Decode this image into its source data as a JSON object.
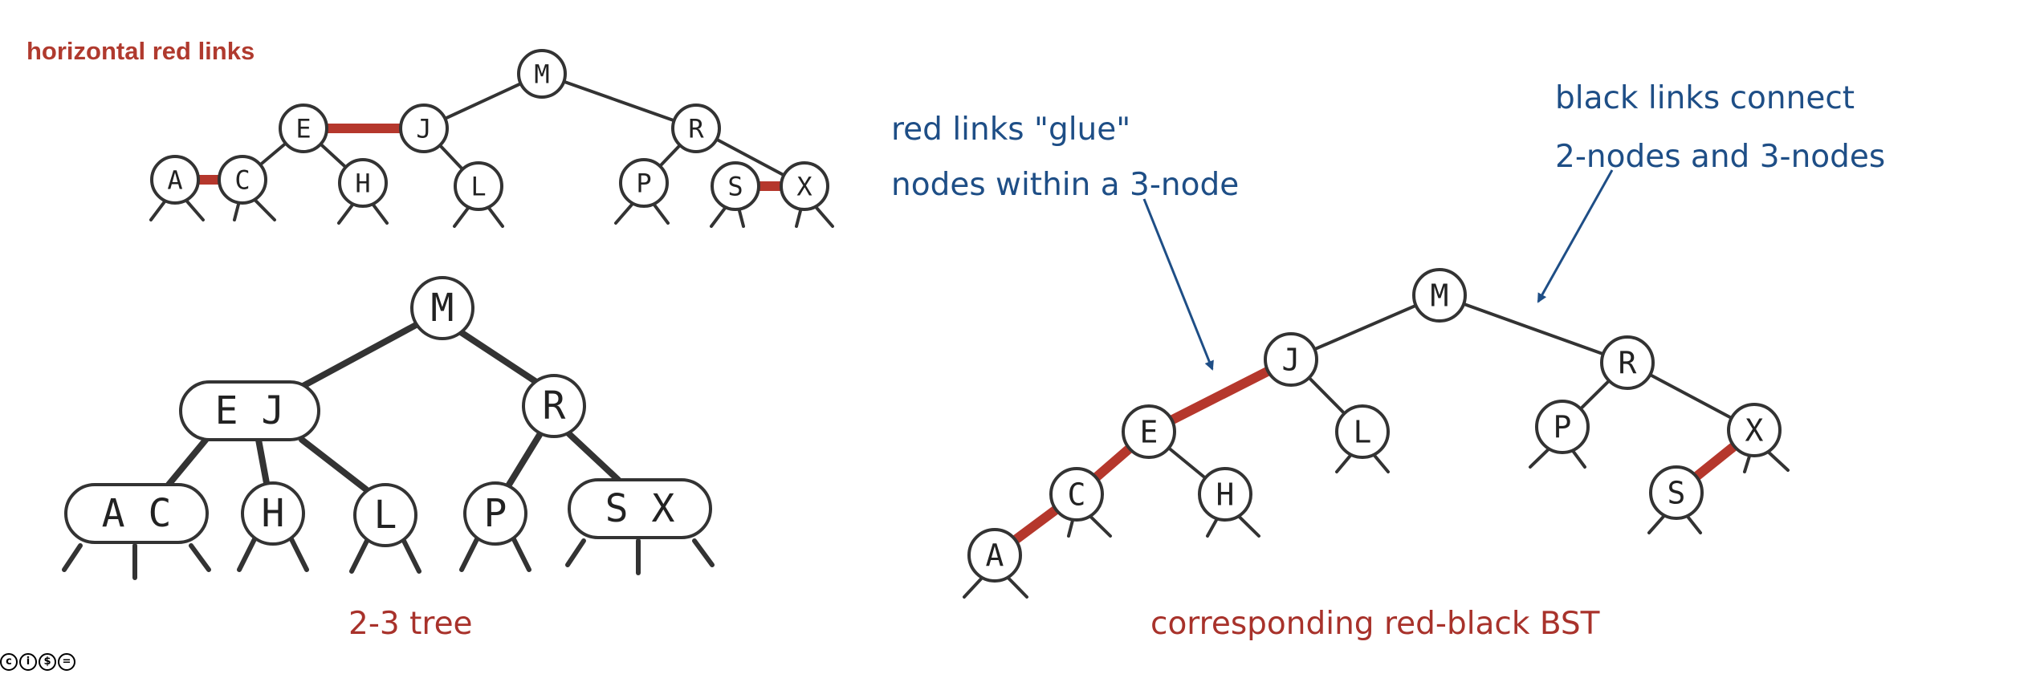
{
  "labels": {
    "horizontal": "horizontal red links",
    "glue_line1": "red links \"glue\"",
    "glue_line2": "nodes within a 3-node",
    "black_line1": "black links connect",
    "black_line2": "2-nodes and 3-nodes",
    "caption_23": "2-3 tree",
    "caption_rb": "corresponding red-black BST"
  },
  "badge": {
    "icons": [
      "cc-icon",
      "by-icon",
      "nc-icon",
      "nd-icon"
    ],
    "glyphs": [
      "c",
      "i",
      "$",
      "="
    ]
  },
  "colors": {
    "red_link": "#b5372c",
    "black_link": "#333333",
    "node_stroke": "#333333",
    "node_fill": "#ffffff",
    "arrow": "#1e4e86"
  },
  "trees": {
    "flat_rb": {
      "nodes": {
        "M": "M",
        "E": "E",
        "J": "J",
        "R": "R",
        "A": "A",
        "C": "C",
        "H": "H",
        "L": "L",
        "P": "P",
        "S": "S",
        "X": "X"
      },
      "black_links": [
        [
          "M",
          "J"
        ],
        [
          "M",
          "R"
        ],
        [
          "E",
          "C"
        ],
        [
          "E",
          "H"
        ],
        [
          "J",
          "L"
        ],
        [
          "R",
          "P"
        ],
        [
          "R",
          "X"
        ]
      ],
      "red_links": [
        [
          "E",
          "J"
        ],
        [
          "A",
          "C"
        ],
        [
          "S",
          "X"
        ]
      ]
    },
    "two_three": {
      "nodes": {
        "M": "M",
        "EJ": "E J",
        "R": "R",
        "AC": "A C",
        "H": "H",
        "L": "L",
        "P": "P",
        "SX": "S X"
      },
      "links": [
        [
          "M",
          "EJ"
        ],
        [
          "M",
          "R"
        ],
        [
          "EJ",
          "AC"
        ],
        [
          "EJ",
          "H"
        ],
        [
          "EJ",
          "L"
        ],
        [
          "R",
          "P"
        ],
        [
          "R",
          "SX"
        ]
      ]
    },
    "red_black": {
      "nodes": {
        "M": "M",
        "J": "J",
        "R": "R",
        "E": "E",
        "L": "L",
        "P": "P",
        "X": "X",
        "C": "C",
        "H": "H",
        "S": "S",
        "A": "A"
      },
      "black_links": [
        [
          "M",
          "J"
        ],
        [
          "M",
          "R"
        ],
        [
          "J",
          "L"
        ],
        [
          "R",
          "P"
        ],
        [
          "R",
          "X"
        ],
        [
          "E",
          "H"
        ]
      ],
      "red_links": [
        [
          "J",
          "E"
        ],
        [
          "E",
          "C"
        ],
        [
          "C",
          "A"
        ],
        [
          "X",
          "S"
        ]
      ]
    }
  }
}
